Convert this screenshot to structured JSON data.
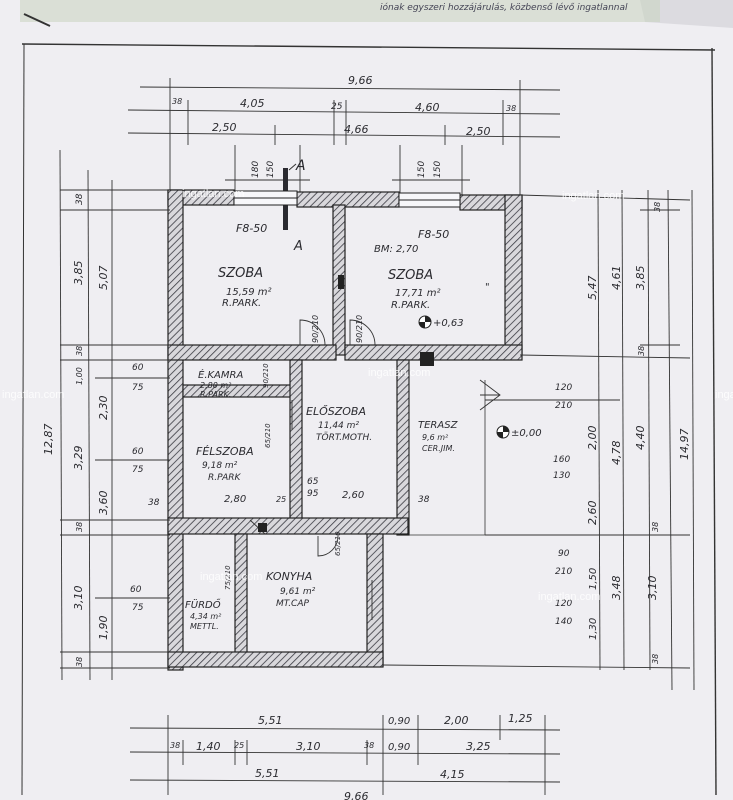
{
  "header_note": "iónak egyszeri hozzájárulás, közbenső lévő ingatlannal",
  "watermark": "ingatlan.com",
  "top_dims": {
    "overall": "9,66",
    "row1": [
      "38",
      "4,05",
      "25",
      "4,60",
      "38"
    ],
    "row2": [
      "2,50",
      "4,66",
      "2,50"
    ],
    "win1": [
      "180",
      "150"
    ],
    "win2": [
      "150",
      "150"
    ]
  },
  "section_marker": "A",
  "rooms": {
    "szoba1": {
      "name": "SZOBA",
      "area": "15,59 m²",
      "floor": "R.PARK."
    },
    "szoba2": {
      "name": "SZOBA",
      "area": "17,71 m²",
      "floor": "R.PARK.",
      "extra": "\""
    },
    "kamra": {
      "name": "É.KAMRA",
      "area": "2,80 m²",
      "floor": "R.PARK."
    },
    "feloszoba": {
      "name": "ELŐSZOBA",
      "area": "11,44 m²",
      "floor": "TÖRT.MOTH."
    },
    "terasz": {
      "name": "TERASZ",
      "area": "9,6 m²",
      "floor": "CER.JIM."
    },
    "felszoba": {
      "name": "FÉLSZOBA",
      "area": "9,18 m²",
      "floor": "R.PARK"
    },
    "konyha": {
      "name": "KONYHA",
      "area": "9,61 m²",
      "floor": "MT.CAP"
    },
    "furdo": {
      "name": "FÜRDŐ",
      "area": "4,34 m²",
      "floor": "METTL."
    }
  },
  "window_labels": [
    "F8-50",
    "F8-50"
  ],
  "height_label": "BM: 2,70",
  "level_marks": [
    "+0,63",
    "±0,00"
  ],
  "door_dims": [
    "90/210",
    "90/210",
    "90/210",
    "65/210",
    "65/210",
    "75/210"
  ],
  "inner_labels": {
    "w1": "2,80",
    "w2": "2,60",
    "d1": "65",
    "d2": "95",
    "d3": "25",
    "d4": "38",
    "d5": "38"
  },
  "left_dims": {
    "outer": "12,87",
    "col1": [
      "38",
      "3,85",
      "38",
      "1,00",
      "3,29",
      "38",
      "3,10",
      "38"
    ],
    "col2": [
      "5,07",
      "2,30",
      "3,60",
      "1,90"
    ],
    "openings": [
      "60",
      "75",
      "60",
      "75",
      "60",
      "75"
    ]
  },
  "right_dims": {
    "outer": "14,97",
    "col1": [
      "5,47",
      "2,00",
      "2,60",
      "1,50",
      "1,30"
    ],
    "col2": [
      "4,61",
      "4,78",
      "3,48"
    ],
    "col3": [
      "38",
      "3,85",
      "38",
      "4,40",
      "38",
      "3,10",
      "38"
    ],
    "openings": [
      "120",
      "210",
      "160",
      "130",
      "90",
      "210",
      "120",
      "140"
    ]
  },
  "bottom_dims": {
    "row1": [
      "5,51",
      "0,90",
      "2,00",
      "1,25"
    ],
    "row2": [
      "38",
      "1,40",
      "25",
      "3,10",
      "38",
      "0,90",
      "3,25"
    ],
    "row3": [
      "5,51",
      "4,15"
    ],
    "overall": "9,66"
  }
}
